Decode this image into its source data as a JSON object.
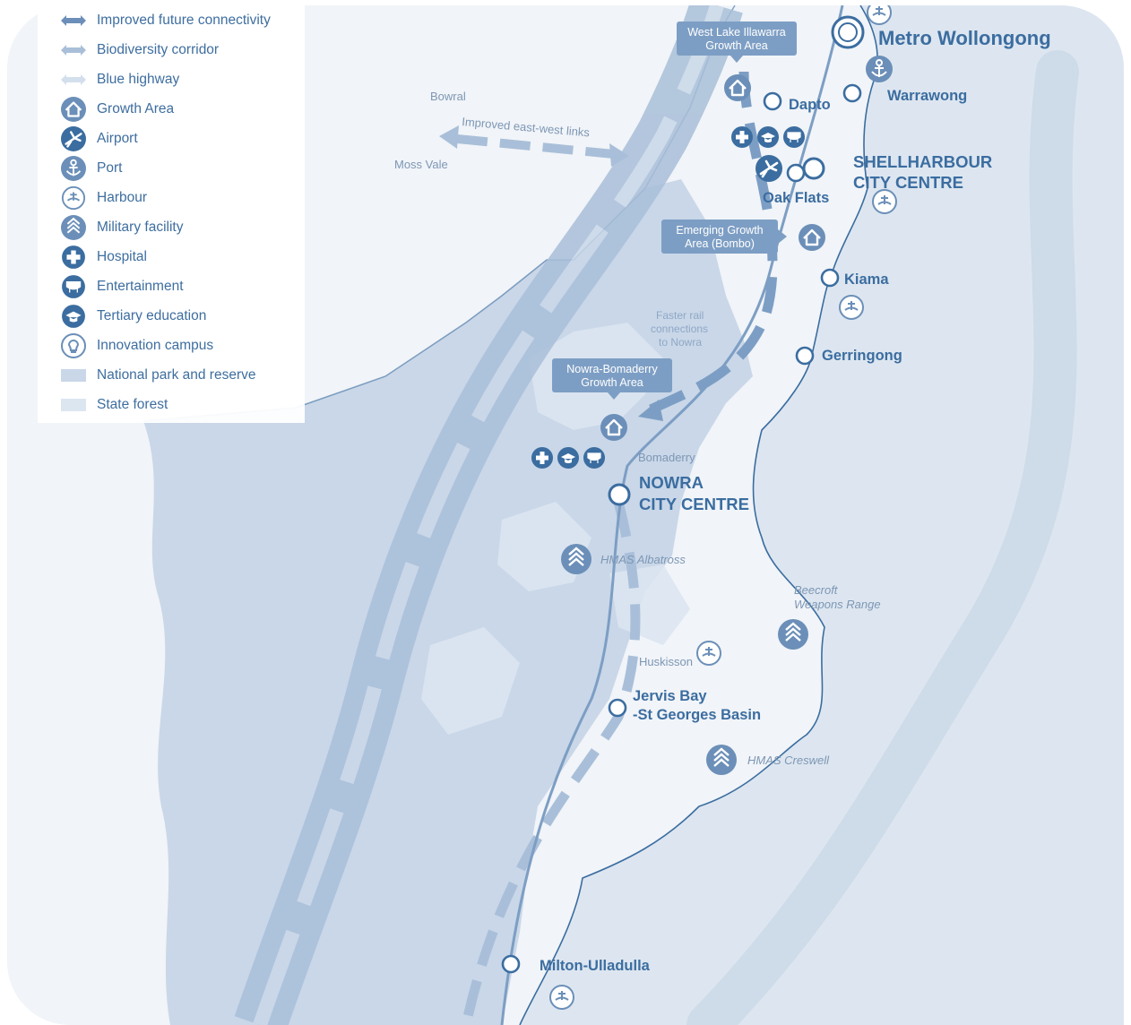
{
  "legend": {
    "items": [
      {
        "label": "Improved future connectivity",
        "icon": "double-arrow-icon"
      },
      {
        "label": "Biodiversity corridor",
        "icon": "double-arrow-icon"
      },
      {
        "label": "Blue highway",
        "icon": "double-arrow-icon"
      },
      {
        "label": "Growth Area",
        "icon": "house-icon"
      },
      {
        "label": "Airport",
        "icon": "airplane-icon"
      },
      {
        "label": "Port",
        "icon": "anchor-icon"
      },
      {
        "label": "Harbour",
        "icon": "harbour-icon"
      },
      {
        "label": "Military facility",
        "icon": "chevron-up-icon"
      },
      {
        "label": "Hospital",
        "icon": "cross-icon"
      },
      {
        "label": "Entertainment",
        "icon": "theatre-icon"
      },
      {
        "label": "Tertiary education",
        "icon": "mortarboard-icon"
      },
      {
        "label": "Innovation campus",
        "icon": "lightbulb-icon"
      },
      {
        "label": "National park and reserve",
        "icon": "swatch-icon"
      },
      {
        "label": "State forest",
        "icon": "swatch-icon"
      }
    ]
  },
  "places": {
    "metro_wollongong": "Metro Wollongong",
    "warrawong": "Warrawong",
    "dapto": "Dapto",
    "shellharbour_1": "SHELLHARBOUR",
    "shellharbour_2": "CITY CENTRE",
    "oak_flats": "Oak Flats",
    "kiama": "Kiama",
    "gerringong": "Gerringong",
    "bomaderry": "Bomaderry",
    "nowra_1": "NOWRA",
    "nowra_2": "CITY CENTRE",
    "hmas_albatross": "HMAS Albatross",
    "beecroft_1": "Beecroft",
    "beecroft_2": "Weapons Range",
    "huskisson": "Huskisson",
    "jervis_1": "Jervis Bay",
    "jervis_2": "-St Georges Basin",
    "hmas_creswell": "HMAS Creswell",
    "milton_ulladulla": "Milton-Ulladulla",
    "bowral": "Bowral",
    "moss_vale": "Moss Vale",
    "improved_links": "Improved east-west links",
    "faster_rail_1": "Faster rail",
    "faster_rail_2": "connections",
    "faster_rail_3": "to Nowra"
  },
  "callouts": {
    "west_lake_1": "West Lake Illawarra",
    "west_lake_2": "Growth Area",
    "bombo_1": "Emerging Growth",
    "bombo_2": "Area (Bombo)",
    "nowra_bomaderry_1": "Nowra-Bomaderry",
    "nowra_bomaderry_2": "Growth Area"
  },
  "colors": {
    "ocean": "#dde6f0",
    "land": "#f1f4f8",
    "national_park": "#c9d7e8",
    "state_forest": "#dce6f1",
    "accent": "#3b6da0",
    "icon_fill": "#6b8fb8"
  }
}
